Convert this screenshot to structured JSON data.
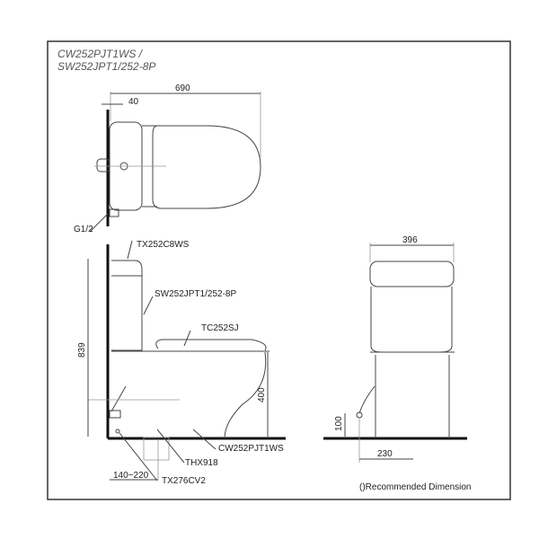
{
  "title_line1": "CW252PJT1WS /",
  "title_line2": "SW252JPT1/252-8P",
  "top_view": {
    "dim_total": "690",
    "dim_offset": "40",
    "label_inlet": "G1/2"
  },
  "side_view": {
    "label_lid": "TX252C8WS",
    "label_tank": "SW252JPT1/252-8P",
    "label_seat": "TC252SJ",
    "label_bowl": "CW252PJT1WS",
    "label_flange": "THX918",
    "label_valve": "TX276CV2",
    "dim_height": "839",
    "dim_seat_height": "400",
    "dim_rough_in": "140~220"
  },
  "front_view": {
    "dim_width": "396",
    "dim_inlet_height": "100",
    "dim_inlet_offset": "230"
  },
  "footnote": "()Recommended Dimension"
}
